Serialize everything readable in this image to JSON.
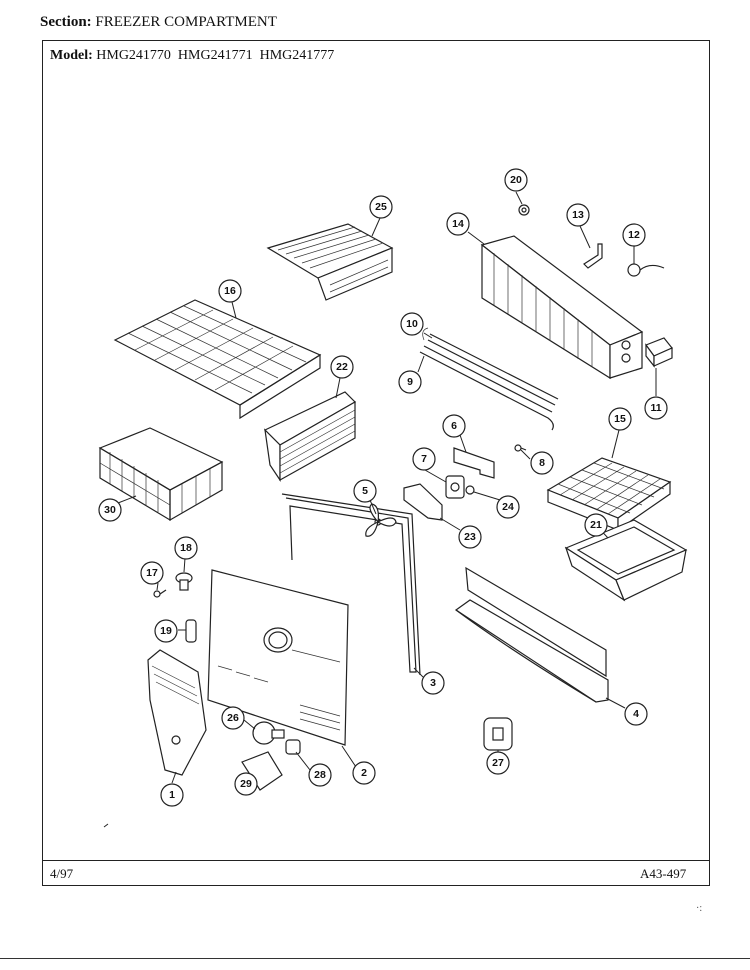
{
  "header": {
    "section_label": "Section:",
    "section_value": "FREEZER COMPARTMENT",
    "model_label": "Model:",
    "model_values": "HMG241770  HMG241771  HMG241777"
  },
  "footer": {
    "date": "4/97",
    "page_code": "A43-497"
  },
  "callouts": [
    "1",
    "2",
    "3",
    "4",
    "5",
    "6",
    "7",
    "8",
    "9",
    "10",
    "11",
    "12",
    "13",
    "14",
    "15",
    "16",
    "17",
    "18",
    "19",
    "20",
    "21",
    "22",
    "23",
    "24",
    "25",
    "26",
    "27",
    "28",
    "29",
    "30"
  ]
}
